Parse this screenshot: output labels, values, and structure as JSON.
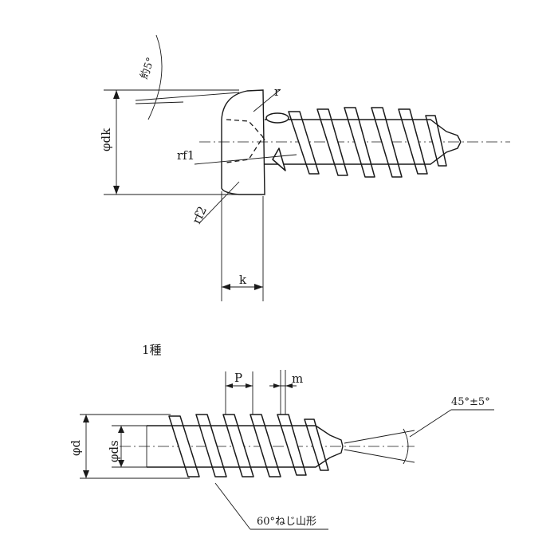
{
  "labels": {
    "head_angle": "約5°",
    "head_diameter": "φdk",
    "head_height": "k",
    "head_radius": "r",
    "fillet_radius_1": "rf1",
    "fillet_radius_2": "rf2",
    "type_title": "1種",
    "pitch": "P",
    "crest_width": "m",
    "tip_angle": "45°±5°",
    "thread_diameter": "φd",
    "shank_diameter": "φds",
    "thread_profile_note": "60°ねじ山形"
  }
}
